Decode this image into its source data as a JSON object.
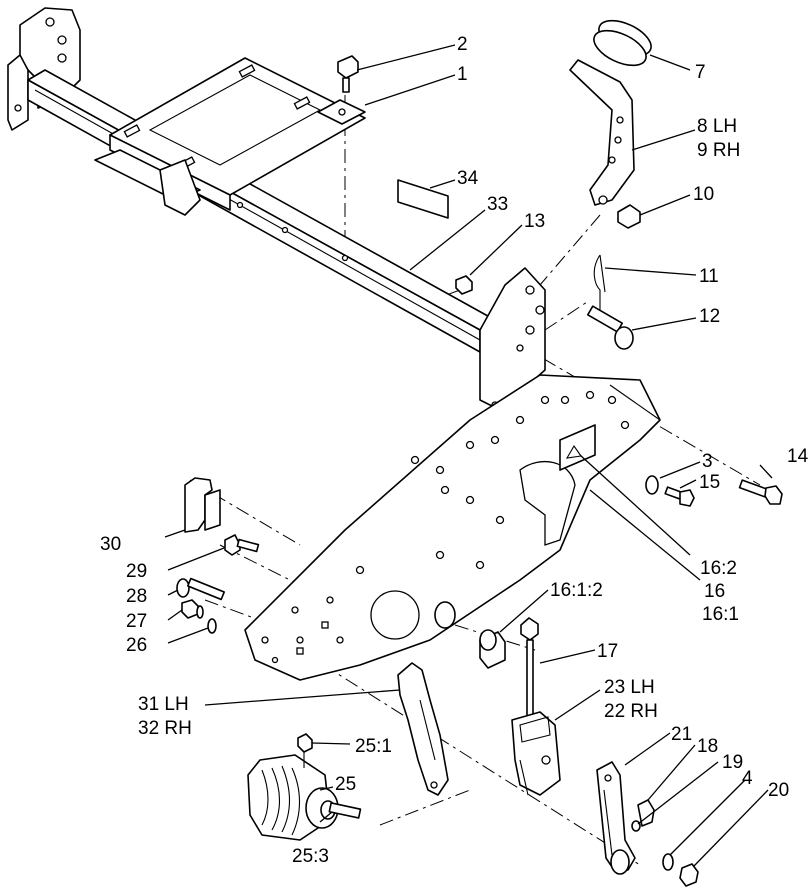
{
  "labels": {
    "c1": "1",
    "c2": "2",
    "c3": "3",
    "c4": "4",
    "c7": "7",
    "c8": "8 LH",
    "c9": "9 RH",
    "c10": "10",
    "c11": "11",
    "c12": "12",
    "c13": "13",
    "c14": "14",
    "c15": "15",
    "c16": "16",
    "c16_1": "16:1",
    "c16_2": "16:2",
    "c16_1_2": "16:1:2",
    "c17": "17",
    "c18": "18",
    "c19": "19",
    "c20": "20",
    "c21": "21",
    "c22": "22 RH",
    "c23": "23 LH",
    "c25": "25",
    "c25_1": "25:1",
    "c25_3": "25:3",
    "c26": "26",
    "c27": "27",
    "c28": "28",
    "c29": "29",
    "c30": "30",
    "c31": "31 LH",
    "c32": "32 RH",
    "c33": "33",
    "c34": "34"
  }
}
